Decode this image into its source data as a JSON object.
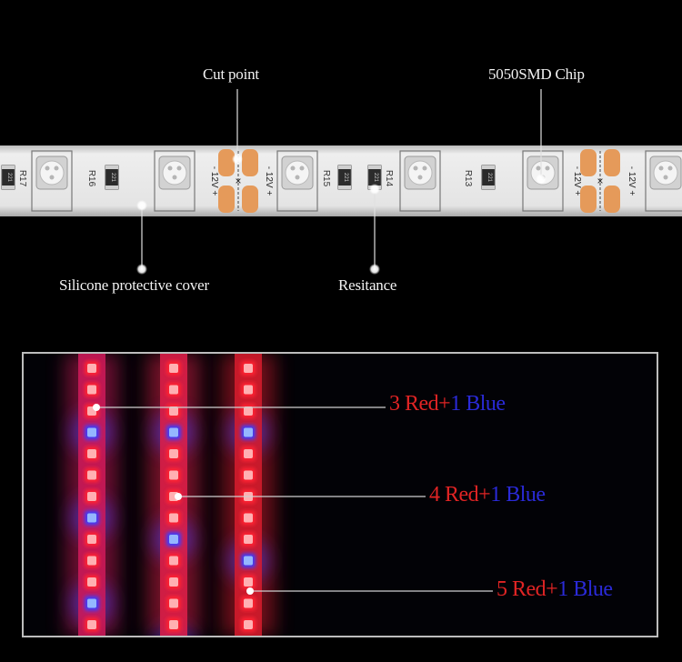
{
  "colors": {
    "background": "#000000",
    "strip_body": "#e9e9e9",
    "copper_pad": "#e59a5a",
    "chip_face": "#ececec",
    "led_red": "#ff2230",
    "led_blue": "#3a3cff",
    "label_white": "#f2f2f2",
    "label_red": "#e02424",
    "label_blue": "#2a2ad8",
    "panel_border": "#bdbdbd"
  },
  "callouts": {
    "cut_point": "Cut point",
    "smd_chip": "5050SMD Chip",
    "silicone_cover": "Silicone protective cover",
    "resistance": "Resitance"
  },
  "strip": {
    "resistor_labels": [
      "R17",
      "R16",
      "R15",
      "R14",
      "R13"
    ],
    "resistor_codes": [
      "221",
      "221",
      "221",
      "221",
      "221"
    ],
    "voltage_label": "12V",
    "minus_sign": "-",
    "plus_sign": "+"
  },
  "mixes": [
    {
      "red": "3 Red",
      "plus": "+",
      "blue": "1 Blue"
    },
    {
      "red": "4 Red",
      "plus": "+",
      "blue": "1 Blue"
    },
    {
      "red": "5 Red",
      "plus": "+",
      "blue": "1 Blue"
    }
  ]
}
